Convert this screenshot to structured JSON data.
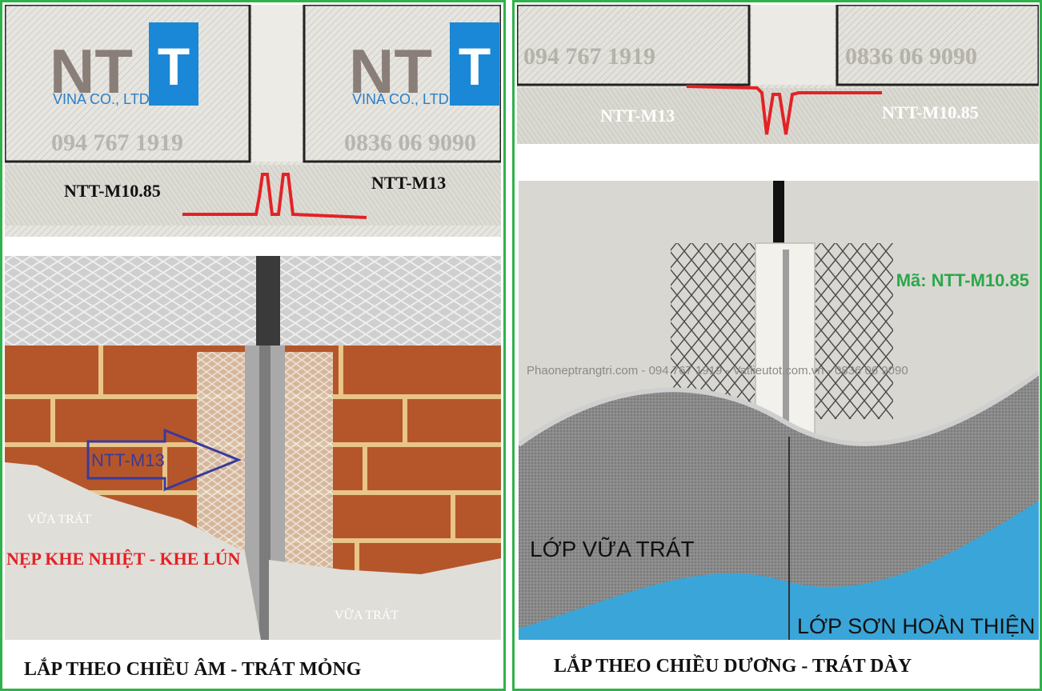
{
  "colors": {
    "frame": "#2fb24a",
    "profile_red": "#e32226",
    "arrow_blue": "#3a3a9a",
    "brick": "#b5562a",
    "plaster_gray": "#d9d7d2",
    "paint_blue": "#3aa5d8",
    "green_label": "#2aa84a"
  },
  "left_panel": {
    "top_diagram": {
      "logo_left": {
        "letters": "NT",
        "box_letter": "T",
        "company": "VINA CO., LTD",
        "phone": "094 767 1919"
      },
      "logo_right": {
        "letters": "NT",
        "box_letter": "T",
        "company": "VINA CO., LTD",
        "phone": "0836 06 9090"
      },
      "label_left": "NTT-M10.85",
      "label_right": "NTT-M13"
    },
    "photo": {
      "arrow_label": "NTT-M13",
      "plaster_label_1": "VỮA TRÁT",
      "plaster_label_2": "VỮA TRÁT",
      "red_caption": "NẸP KHE NHIỆT - KHE LÚN"
    },
    "caption": "LẮP THEO CHIỀU ÂM - TRÁT MỎNG"
  },
  "right_panel": {
    "top_diagram": {
      "phone_left": "094 767 1919",
      "phone_right": "0836 06 9090",
      "label_left": "NTT-M13",
      "label_right": "NTT-M10.85"
    },
    "illustration": {
      "code_label": "Mã: NTT-M10.85",
      "watermark": "Phaoneptrangtri.com - 094 767 1919 - Vatlieutot.com.vn - 0836 06 9090",
      "layer_plaster": "LỚP VỮA TRÁT",
      "layer_paint": "LỚP SƠN HOÀN THIỆN"
    },
    "caption": "LẮP THEO CHIỀU DƯƠNG - TRÁT DÀY"
  }
}
